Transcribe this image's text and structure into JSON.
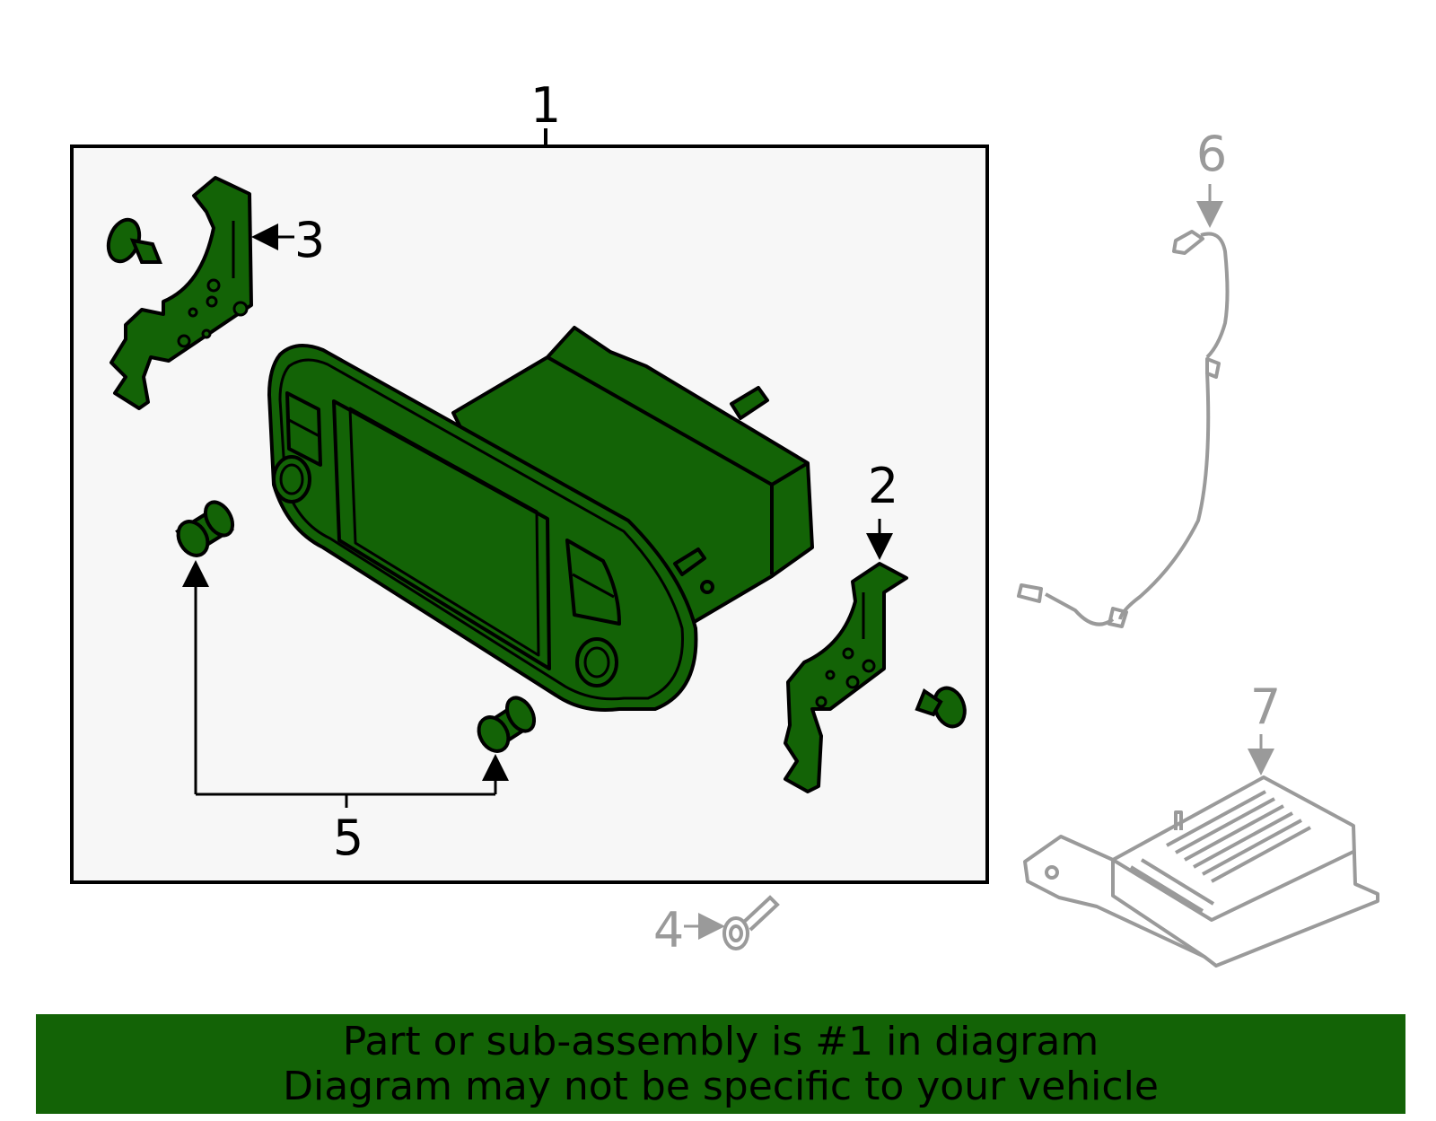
{
  "colors": {
    "highlight": "#136306",
    "outline": "#000000",
    "muted": "#9a9a9a",
    "panel": "#f7f7f7"
  },
  "callouts": {
    "c1": "1",
    "c2": "2",
    "c3": "3",
    "c4": "4",
    "c5": "5",
    "c6": "6",
    "c7": "7"
  },
  "banner": {
    "line1": "Part or sub-assembly is #1 in diagram",
    "line2": "Diagram may not be specific to your vehicle"
  }
}
